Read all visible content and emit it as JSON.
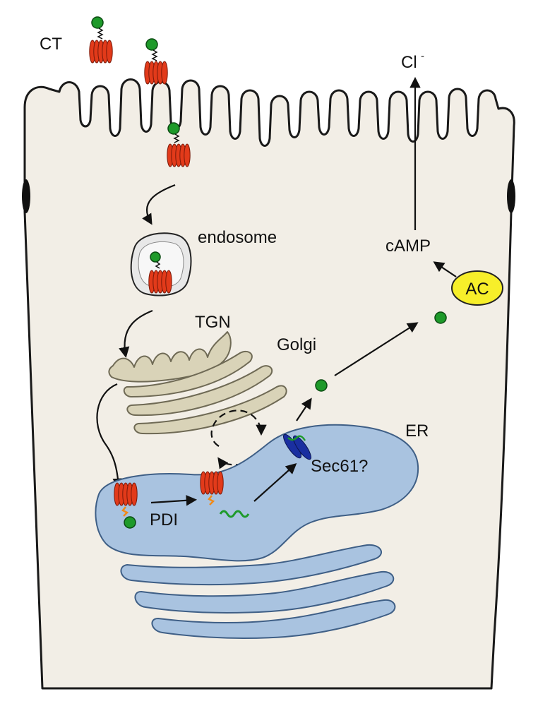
{
  "labels": {
    "ct": "CT",
    "endosome": "endosome",
    "tgn": "TGN",
    "golgi": "Golgi",
    "er": "ER",
    "pdi": "PDI",
    "sec61": "Sec61?",
    "camp": "cAMP",
    "ac": "AC",
    "chloride": "Cl",
    "chloride_charge": "-"
  },
  "colors": {
    "cell_fill": "#f2eee6",
    "cell_outline": "#1a1a1a",
    "er_fill": "#a9c3e0",
    "er_outline": "#3f5f86",
    "golgi_fill": "#d9d3b8",
    "golgi_outline": "#6f6a55",
    "endosome_fill": "#e8e8e8",
    "toxin_a_subunit": "#1e9a2a",
    "toxin_b_pentamer": "#e23a1a",
    "sec61_channel": "#1a2fa0",
    "ac_fill": "#f7ef2a",
    "pdi_linker": "#f08a1a",
    "junction": "#111111"
  }
}
